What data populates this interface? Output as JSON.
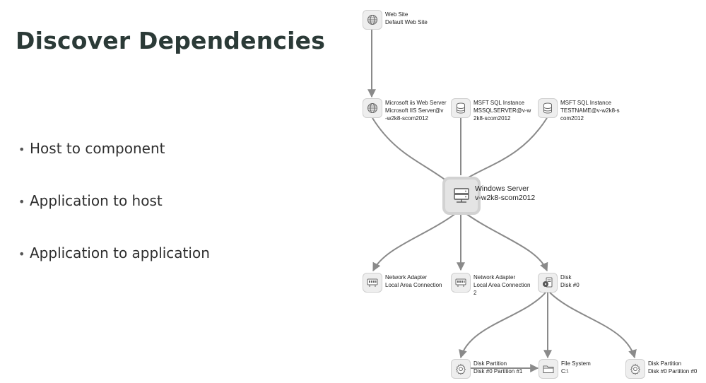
{
  "slide": {
    "title": "Discover Dependencies",
    "bullets": [
      "Host to component",
      "Application to host",
      "Application to application"
    ]
  },
  "diagram": {
    "nodes": [
      {
        "id": "website",
        "icon": "globe-icon",
        "lines": [
          "Web Site",
          "Default Web Site"
        ]
      },
      {
        "id": "iis",
        "icon": "globe-icon",
        "lines": [
          "Microsoft iis Web Server",
          "Microsoft IIS Server@v",
          "-w2k8-scom2012"
        ]
      },
      {
        "id": "sql1",
        "icon": "database-icon",
        "lines": [
          "MSFT SQL Instance",
          "MSSQLSERVER@v-w",
          "2k8-scom2012"
        ]
      },
      {
        "id": "sql2",
        "icon": "database-icon",
        "lines": [
          "MSFT SQL Instance",
          "TESTNAME@v-w2k8-s",
          "com2012"
        ]
      },
      {
        "id": "server",
        "icon": "server-icon",
        "lines": [
          "Windows Server",
          "v-w2k8-scom2012"
        ]
      },
      {
        "id": "nic1",
        "icon": "network-adapter-icon",
        "lines": [
          "Network Adapter",
          "Local Area Connection"
        ]
      },
      {
        "id": "nic2",
        "icon": "network-adapter-icon",
        "lines": [
          "Network Adapter",
          "Local Area Connection",
          "2"
        ]
      },
      {
        "id": "disk",
        "icon": "disk-icon",
        "lines": [
          "Disk",
          "Disk #0"
        ]
      },
      {
        "id": "part1",
        "icon": "gear-icon",
        "lines": [
          "Disk Partition",
          "Disk #0 Partition #1"
        ]
      },
      {
        "id": "fs",
        "icon": "folder-icon",
        "lines": [
          "File System",
          "C:\\"
        ]
      },
      {
        "id": "part0",
        "icon": "gear-icon",
        "lines": [
          "Disk Partition",
          "Disk #0 Partition #0"
        ]
      }
    ],
    "edges": [
      {
        "from": "website",
        "to": "iis",
        "arrow": true
      },
      {
        "from": "iis",
        "to": "server",
        "arrow": false
      },
      {
        "from": "sql1",
        "to": "server",
        "arrow": false
      },
      {
        "from": "sql2",
        "to": "server",
        "arrow": false
      },
      {
        "from": "server",
        "to": "nic1",
        "arrow": true
      },
      {
        "from": "server",
        "to": "nic2",
        "arrow": true
      },
      {
        "from": "server",
        "to": "disk",
        "arrow": true
      },
      {
        "from": "disk",
        "to": "part1",
        "arrow": true
      },
      {
        "from": "disk",
        "to": "fs",
        "arrow": true
      },
      {
        "from": "disk",
        "to": "part0",
        "arrow": true
      },
      {
        "from": "part1",
        "to": "fs",
        "arrow": true
      }
    ]
  }
}
